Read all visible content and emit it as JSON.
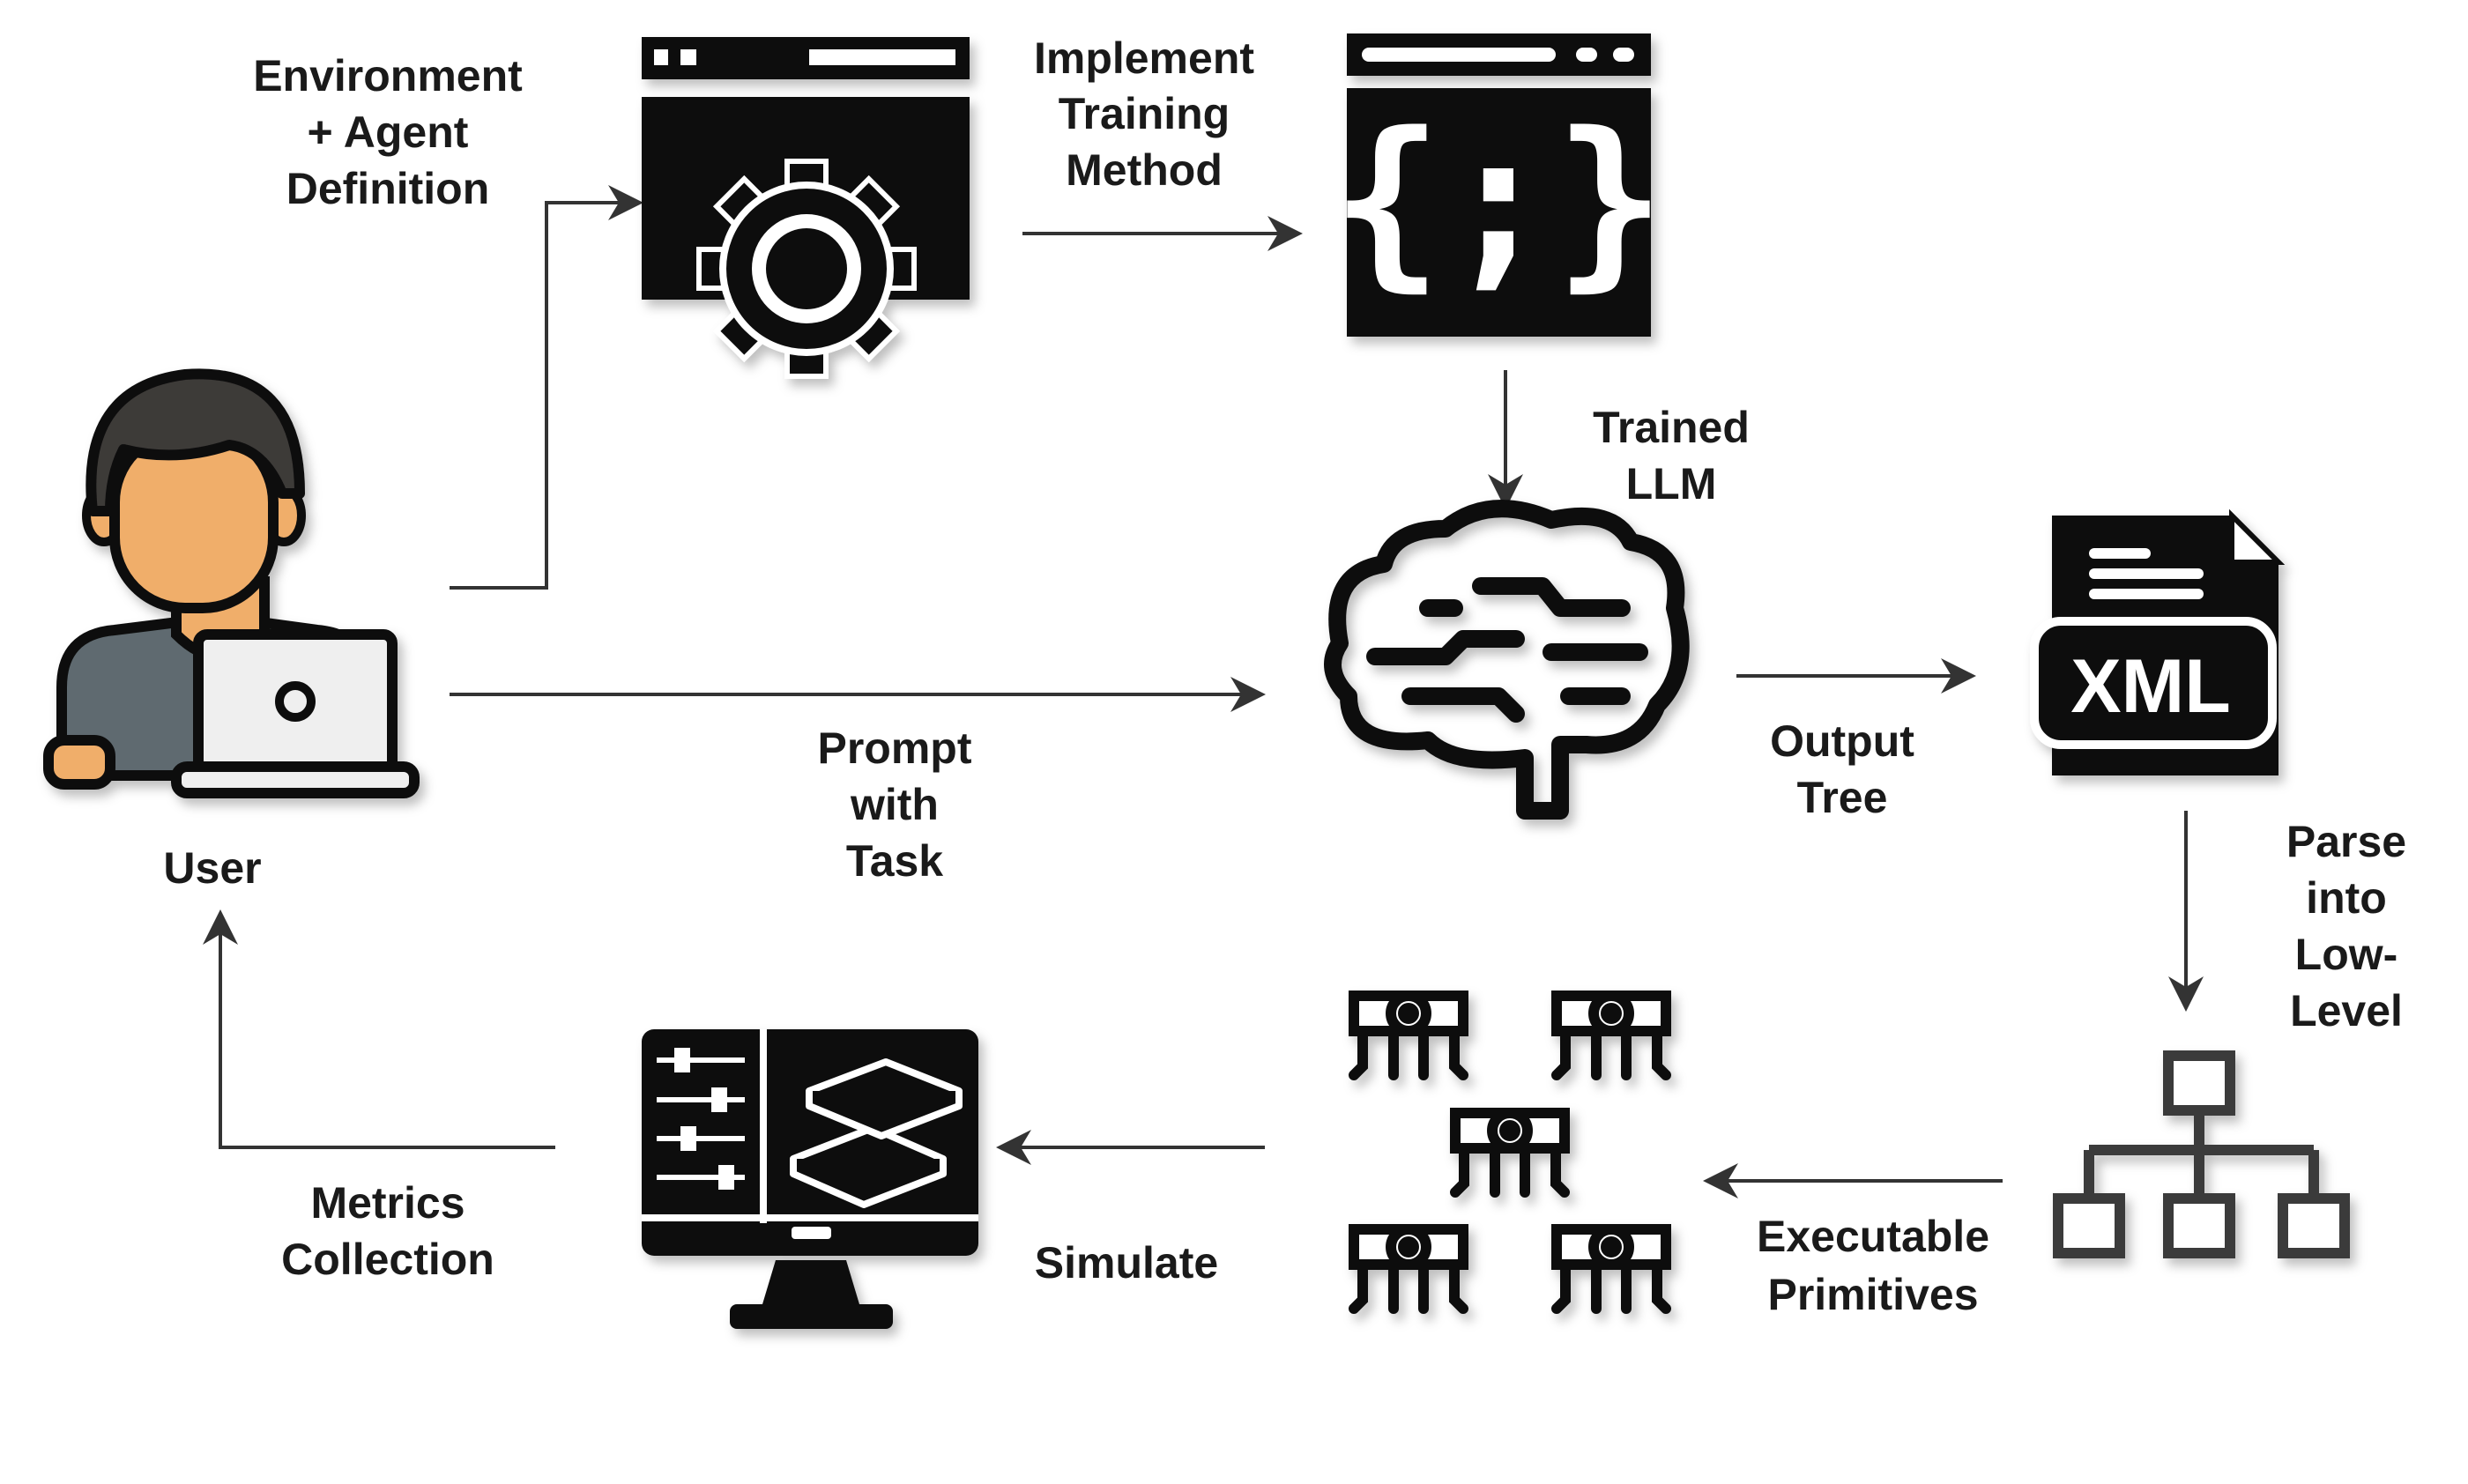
{
  "colors": {
    "ink": "#111111",
    "arrow": "#333333",
    "skin": "#F0AE6A",
    "hair": "#3E3A39",
    "shirt": "#5E6B70",
    "laptop": "#EFEFEF",
    "hierarchy": "#3A3A3A"
  },
  "labels": {
    "env_agent": [
      "Environment",
      "+ Agent",
      "Definition"
    ],
    "implement": [
      "Implement",
      "Training",
      "Method"
    ],
    "trained_llm": [
      "Trained",
      "LLM"
    ],
    "prompt": [
      "Prompt",
      "with",
      "Task"
    ],
    "output_tree": [
      "Output",
      "Tree"
    ],
    "parse": [
      "Parse",
      "into",
      "Low-",
      "Level"
    ],
    "executable": [
      "Executable",
      "Primitives"
    ],
    "simulate": "Simulate",
    "metrics": [
      "Metrics",
      "Collection"
    ],
    "user": "User",
    "xml": "XML"
  },
  "icons": {
    "user": "user-laptop-icon",
    "environment": "settings-window-icon",
    "code": "code-window-icon",
    "llm": "circuit-brain-icon",
    "xml": "xml-file-icon",
    "hierarchy": "hierarchy-tree-icon",
    "robots": "robot-group-icon",
    "simulator": "simulation-monitor-icon"
  }
}
